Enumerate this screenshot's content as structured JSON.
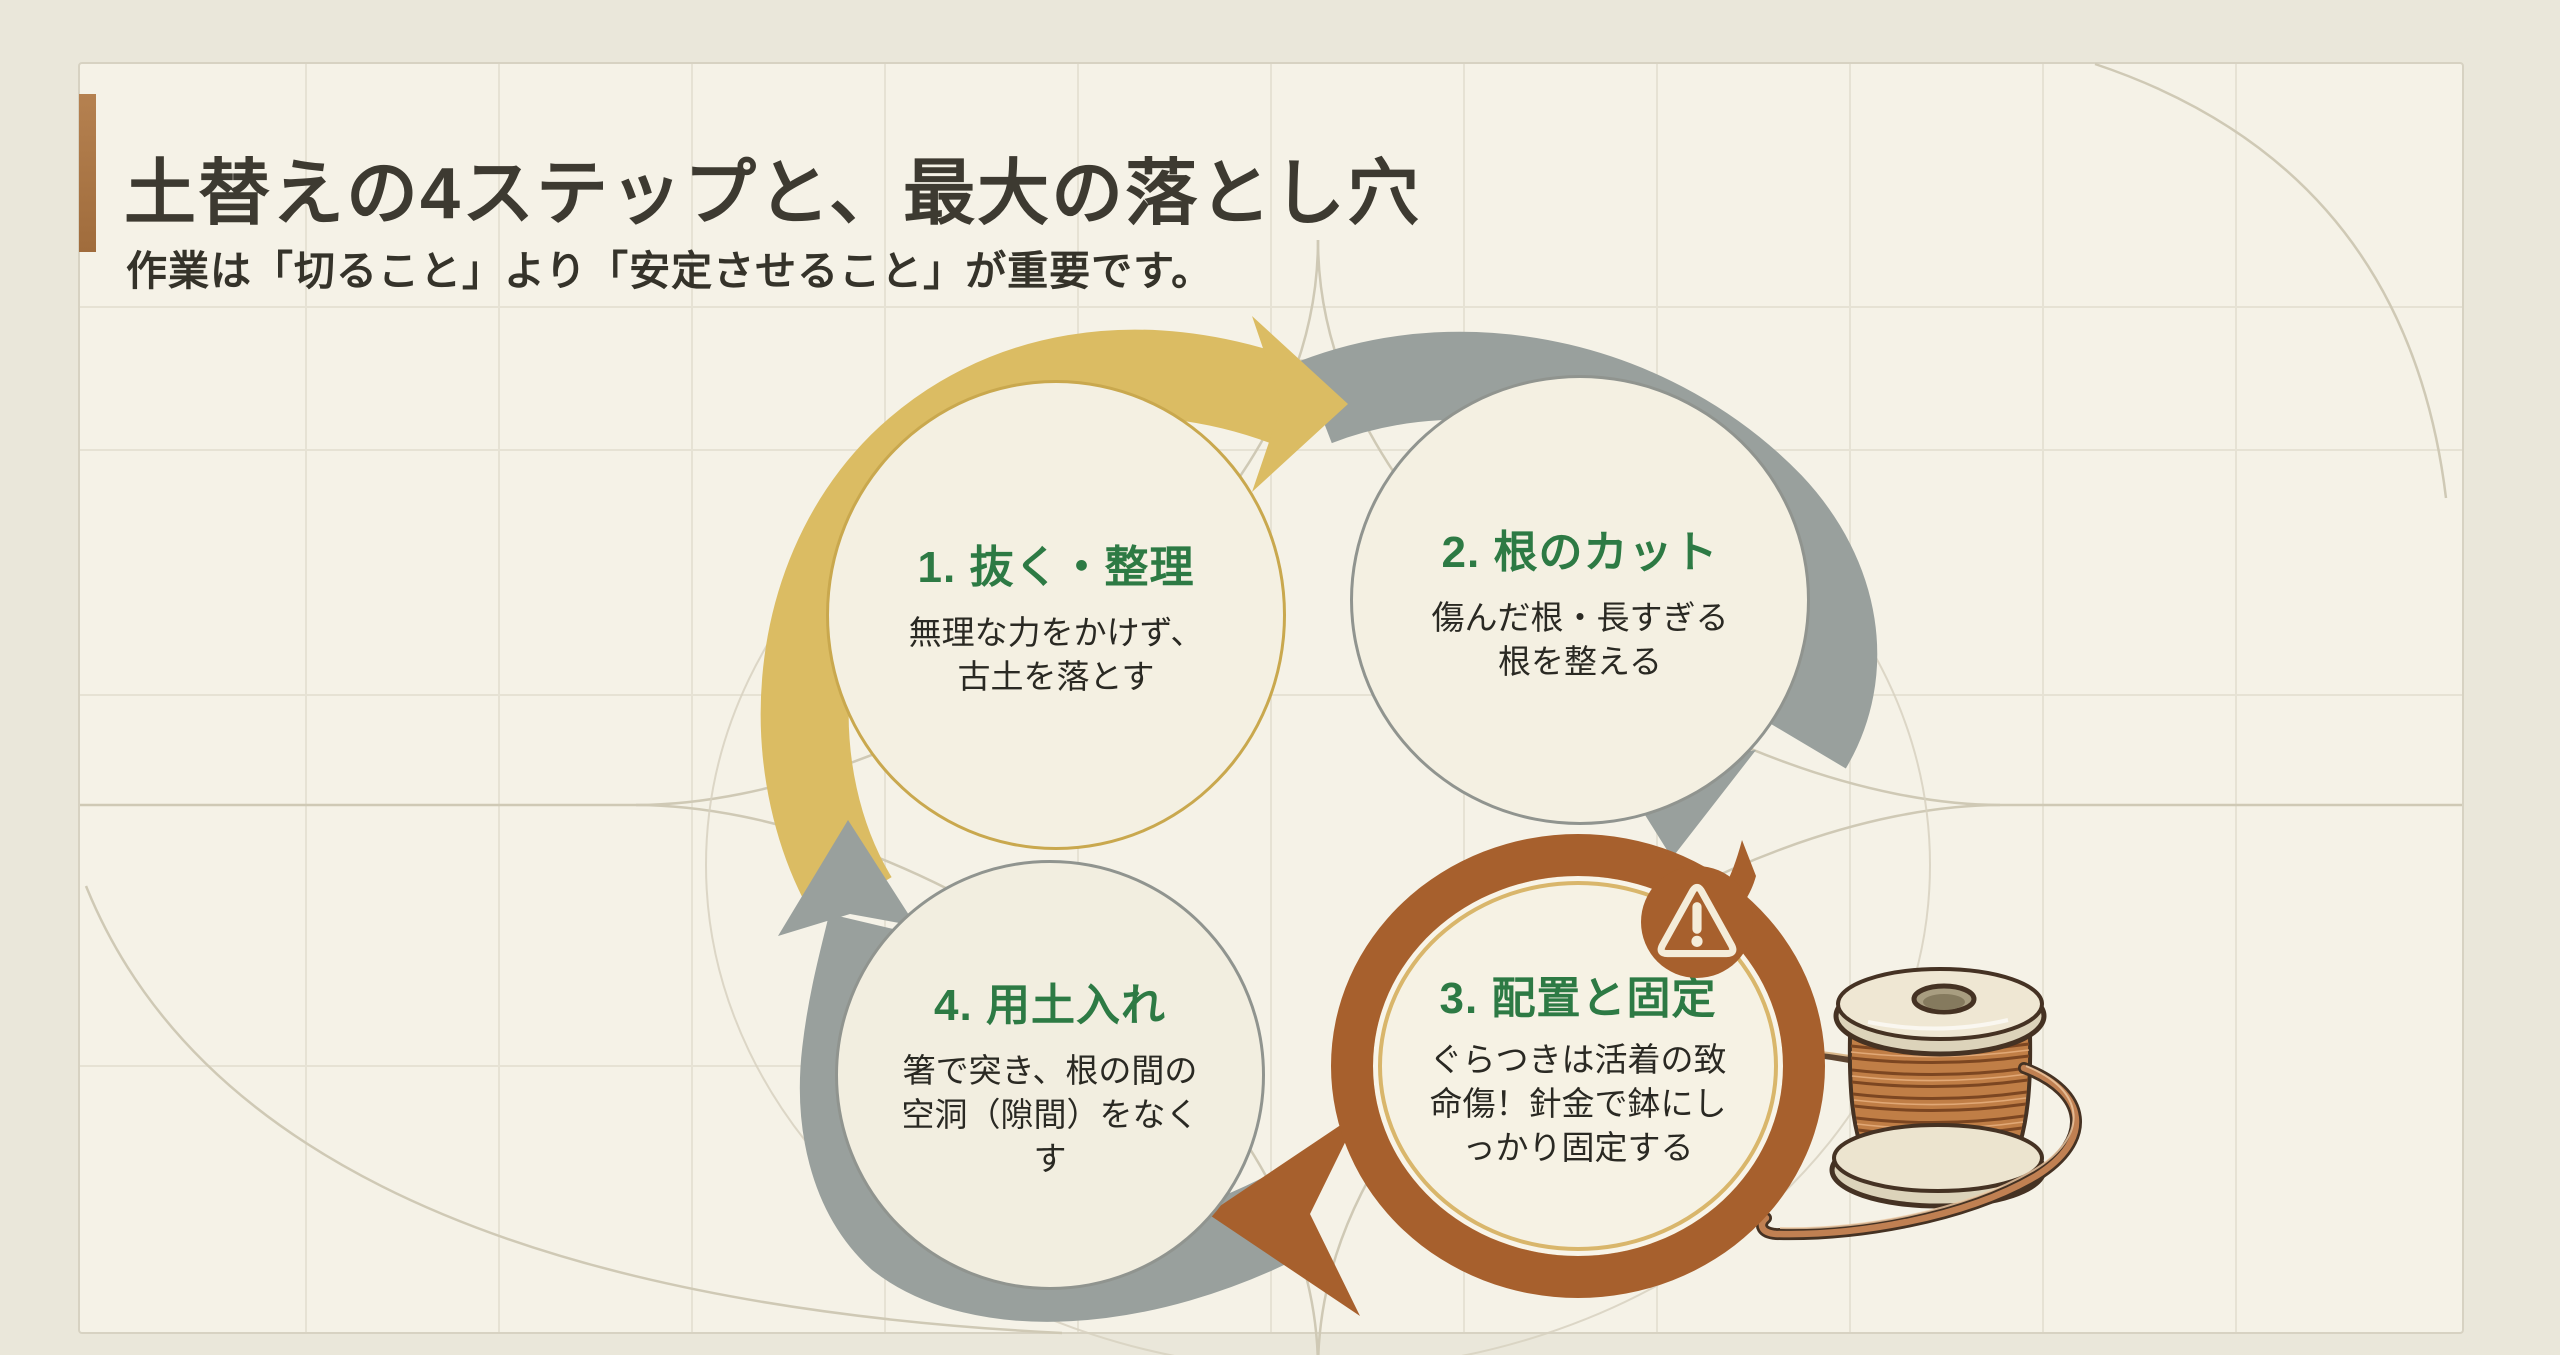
{
  "slide": {
    "title": "土替えの4ステップと、最大の落とし穴",
    "subtitle": "作業は「切ること」より「安定させること」が重要です。"
  },
  "cycle": {
    "direction": "clockwise",
    "steps": [
      {
        "label": "1. 抜く・整理",
        "desc": "無理な力をかけず、\n古土を落とす",
        "highlight": false
      },
      {
        "label": "2. 根のカット",
        "desc": "傷んだ根・長すぎる\n根を整える",
        "highlight": false
      },
      {
        "label": "3. 配置と固定",
        "desc": "ぐらつきは活着の致\n命傷！針金で鉢にし\nっかり固定する",
        "highlight": true
      },
      {
        "label": "4. 用土入れ",
        "desc": "箸で突き、根の間の\n空洞（隙間）をなく\nす",
        "highlight": false
      }
    ]
  },
  "warning": {
    "icon": "warning-triangle-icon"
  },
  "illustration": {
    "name": "copper-wire-spool"
  },
  "colors": {
    "accent_brown": "#a7602d",
    "gold": "#dbbc63",
    "gray": "#99a09d",
    "green": "#2d7a44",
    "paper": "#f5f2e7",
    "title_bar": "#ae7946"
  }
}
